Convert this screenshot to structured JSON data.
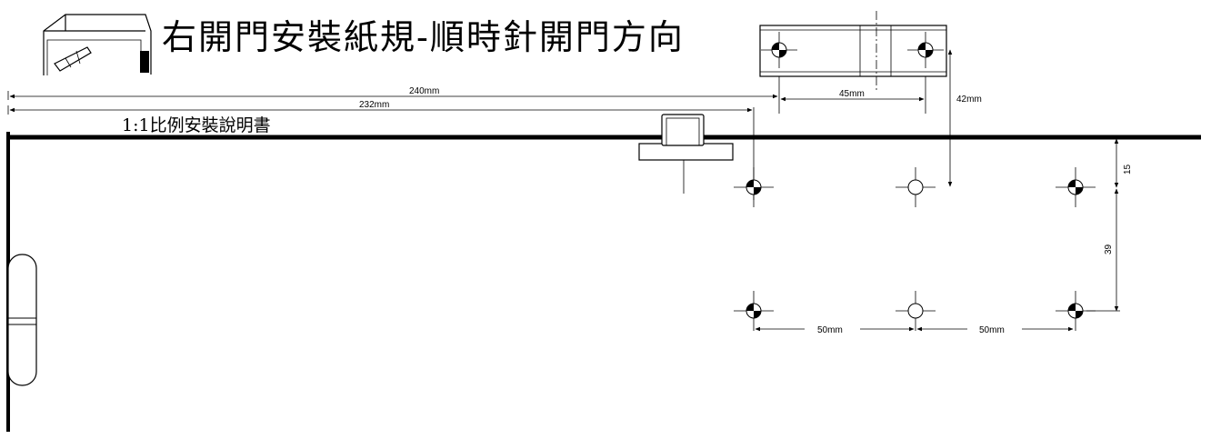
{
  "title": "右開門安裝紙規-順時針開門方向",
  "subtitle": "1:1比例安裝說明書",
  "dimensions": {
    "d240": "240mm",
    "d232": "232mm",
    "d45": "45mm",
    "d42": "42mm",
    "d15": "15",
    "d39": "39",
    "d50a": "50mm",
    "d50b": "50mm"
  },
  "colors": {
    "ink": "#000000",
    "paper": "#ffffff"
  }
}
